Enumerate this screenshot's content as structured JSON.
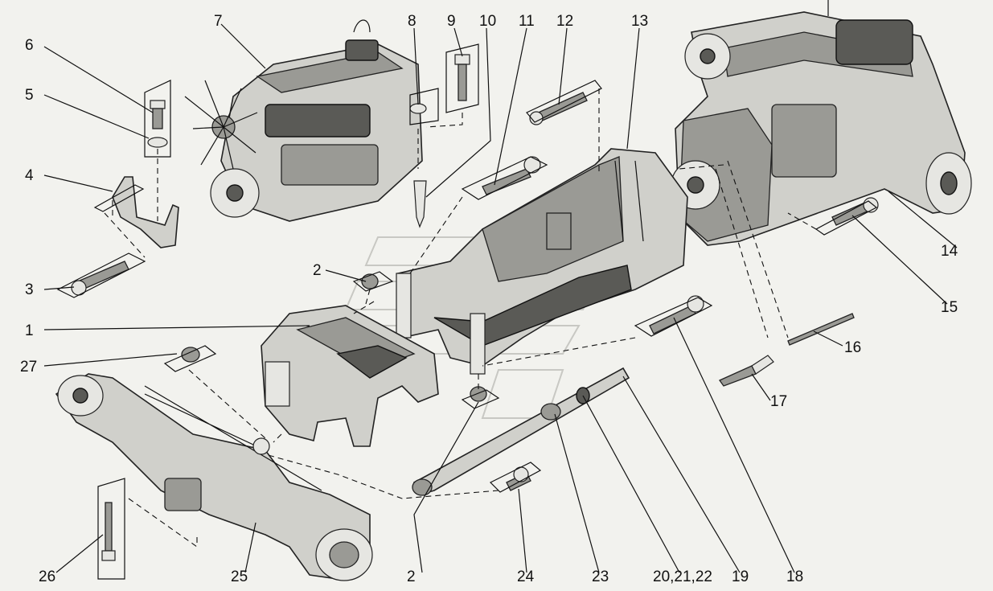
{
  "callouts": [
    {
      "id": "1",
      "text": "1"
    },
    {
      "id": "2a",
      "text": "2"
    },
    {
      "id": "2b",
      "text": "2"
    },
    {
      "id": "3",
      "text": "3"
    },
    {
      "id": "4",
      "text": "4"
    },
    {
      "id": "5",
      "text": "5"
    },
    {
      "id": "6",
      "text": "6"
    },
    {
      "id": "7",
      "text": "7"
    },
    {
      "id": "8",
      "text": "8"
    },
    {
      "id": "9",
      "text": "9"
    },
    {
      "id": "10",
      "text": "10"
    },
    {
      "id": "11",
      "text": "11"
    },
    {
      "id": "12",
      "text": "12"
    },
    {
      "id": "13",
      "text": "13"
    },
    {
      "id": "14",
      "text": "14"
    },
    {
      "id": "15",
      "text": "15"
    },
    {
      "id": "16",
      "text": "16"
    },
    {
      "id": "17",
      "text": "17"
    },
    {
      "id": "18",
      "text": "18"
    },
    {
      "id": "19",
      "text": "19"
    },
    {
      "id": "20-22",
      "text": "20,21,22"
    },
    {
      "id": "23",
      "text": "23"
    },
    {
      "id": "24",
      "text": "24"
    },
    {
      "id": "25",
      "text": "25"
    },
    {
      "id": "26",
      "text": "26"
    },
    {
      "id": "27",
      "text": "27"
    }
  ]
}
